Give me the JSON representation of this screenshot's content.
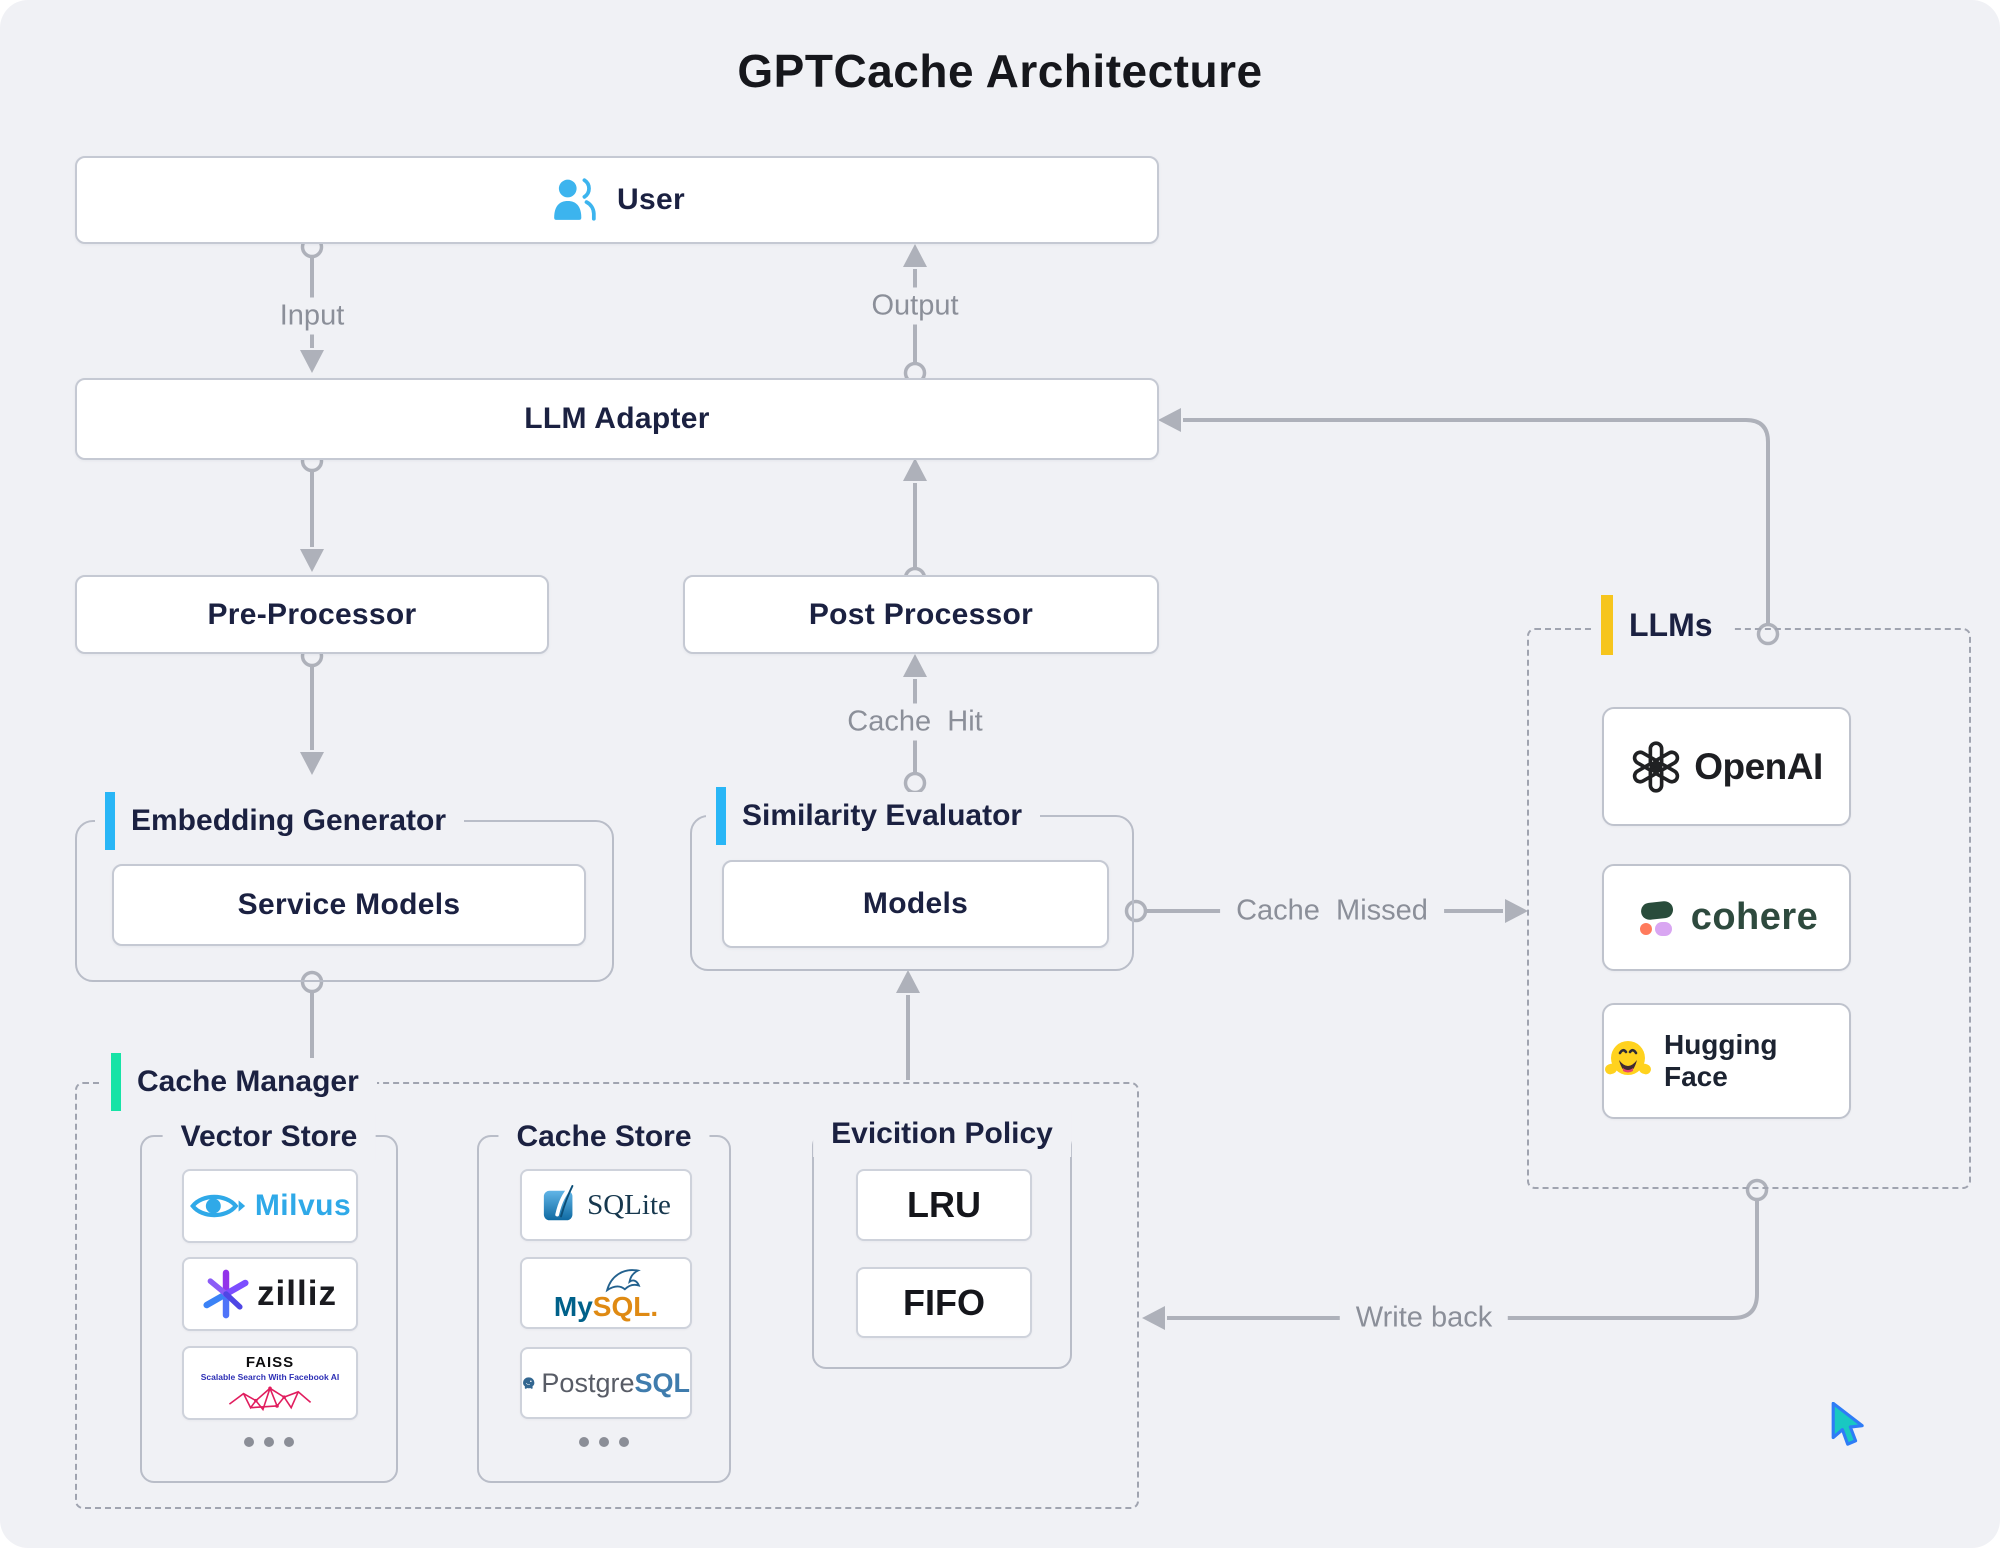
{
  "title": "GPTCache Architecture",
  "palette": {
    "background": "#f0f1f5",
    "line_gray": "#aeb1ba",
    "edge_label_gray": "#8b8f99",
    "text_navy": "#1b2141",
    "accent_cyan": "#29b6f6",
    "accent_green": "#17e3a6",
    "accent_yellow": "#f6c51d",
    "user_icon_blue": "#3cb4ee",
    "milvus_blue": "#2fa9e8",
    "cohere_green": "#2e4a3e",
    "cursor_teal": "#19c8c2"
  },
  "nodes": {
    "user": "User",
    "llm_adapter": "LLM Adapter",
    "pre_processor": "Pre-Processor",
    "post_processor": "Post Processor",
    "embedding_generator": "Embedding Generator",
    "service_models": "Service Models",
    "similarity_evaluator": "Similarity Evaluator",
    "models": "Models",
    "llms": "LLMs",
    "cache_manager": "Cache Manager",
    "vector_store": "Vector Store",
    "cache_store": "Cache Store",
    "eviction_policy": "Evicition Policy",
    "lru": "LRU",
    "fifo": "FIFO"
  },
  "edges": {
    "input": "Input",
    "output": "Output",
    "cache_hit": "Cache  Hit",
    "cache_missed": "Cache  Missed",
    "write_back": "Write back"
  },
  "logos": {
    "openai": "OpenAI",
    "cohere": "cohere",
    "huggingface": "Hugging Face",
    "milvus": "Milvus",
    "zilliz": "zilliz",
    "faiss_title": "FAISS",
    "faiss_subtitle": "Scalable Search With Facebook AI",
    "sqlite": "SQLite",
    "mysql_p1": "My",
    "mysql_p2": "SQL.",
    "postgres_p1": "Postgre",
    "postgres_p2": "SQL"
  }
}
